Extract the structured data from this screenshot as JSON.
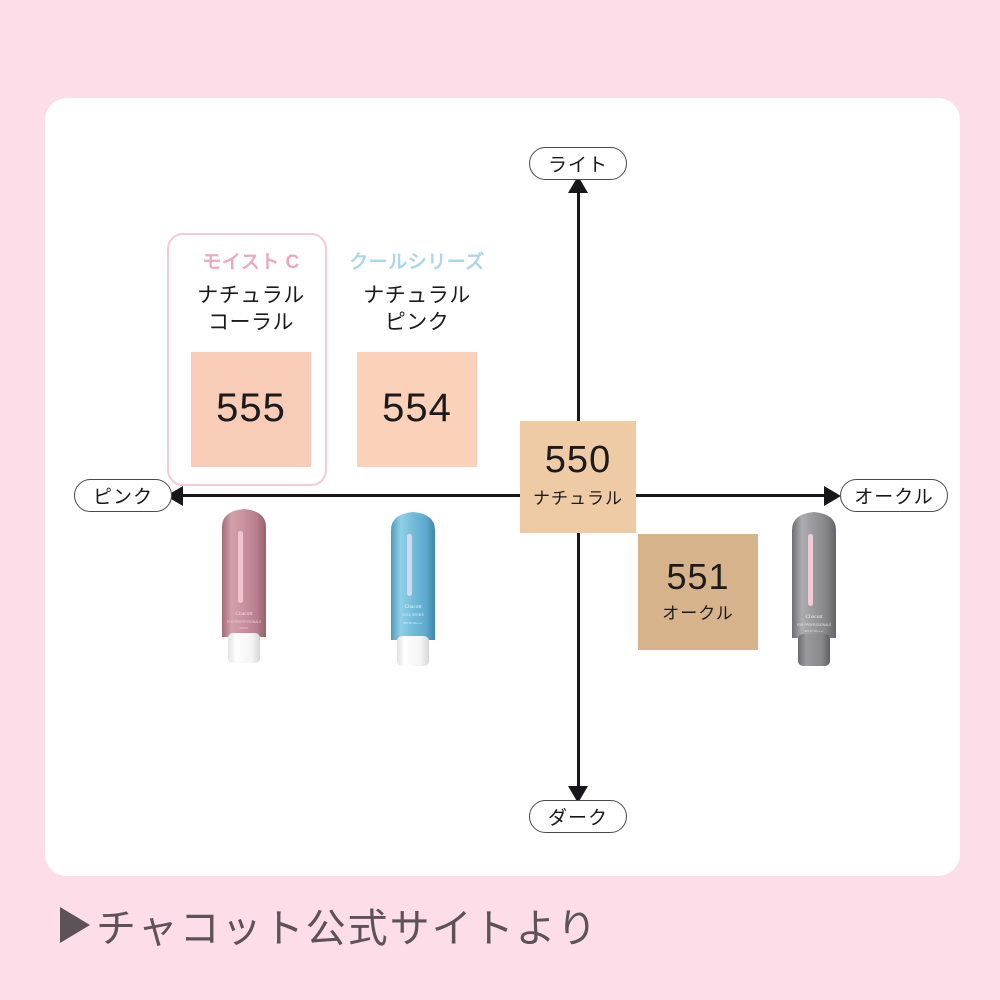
{
  "page": {
    "background_color": "#FCDDE8",
    "card_color": "#FFFFFF"
  },
  "axes": {
    "top_label": "ライト",
    "bottom_label": "ダーク",
    "left_label": "ピンク",
    "right_label": "オークル"
  },
  "groups": [
    {
      "id": "moist-c",
      "series": "モイスト C",
      "series_color": "#EDA9B9",
      "product": "ナチュラル\nコーラル",
      "product_line1": "ナチュラル",
      "product_line2": "コーラル",
      "highlighted": true,
      "highlight_border_color": "#F3CBD6"
    },
    {
      "id": "cool-series",
      "series": "クールシリーズ",
      "series_color": "#A9D6EA",
      "product_line1": "ナチュラル",
      "product_line2": "ピンク",
      "highlighted": false
    }
  ],
  "swatches": [
    {
      "code": "555",
      "sub": "",
      "color": "#F9CCB8"
    },
    {
      "code": "554",
      "sub": "",
      "color": "#FBD2B9"
    },
    {
      "code": "550",
      "sub": "ナチュラル",
      "color": "#EECBA4"
    },
    {
      "code": "551",
      "sub": "オークル",
      "color": "#D7B38C"
    }
  ],
  "tubes": [
    {
      "id": "pink-tube",
      "brand": "Chacott",
      "body_color": "#C08893",
      "cap_color": "#FFFFFF",
      "stripe_color": "#F6C8D2"
    },
    {
      "id": "blue-tube",
      "brand": "Chacott",
      "body_color": "#6FB6D4",
      "cap_color": "#FFFFFF",
      "stripe_color": "#D8D6F2"
    },
    {
      "id": "gray-tube",
      "brand": "Chacott",
      "body_color": "#8C8C90",
      "cap_color": "#7E7E82",
      "stripe_color": "#F7CEDA"
    }
  ],
  "caption": {
    "text": "チャコット公式サイトより",
    "marker": "▶",
    "color": "#5C5258"
  }
}
